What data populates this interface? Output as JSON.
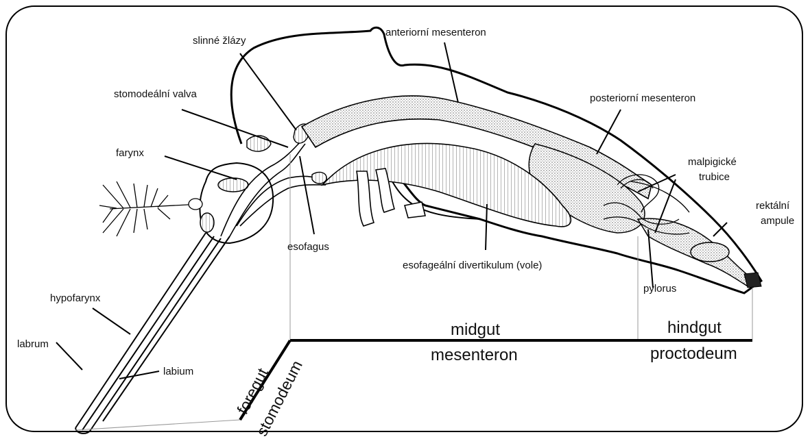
{
  "labels": {
    "slinne_zlazy": "slinné žlázy",
    "anteriorni_mesenteron": "anteriorní mesenteron",
    "stomodealni_valva": "stomodeální valva",
    "posteriorni_mesenteron": "posteriorní mesenteron",
    "farynx": "farynx",
    "malpigicke_line1": "malpigické",
    "malpigicke_line2": "trubice",
    "rektalni_line1": "rektální",
    "rektalni_line2": "ampule",
    "esofagus": "esofagus",
    "esofagealni_divertikulum": "esofageální divertikulum (vole)",
    "pylorus": "pylorus",
    "hypofarynx": "hypofarynx",
    "labrum": "labrum",
    "labium": "labium"
  },
  "regions": {
    "foregut": "foregut",
    "stomodeum": "stomodeum",
    "midgut": "midgut",
    "mesenteron": "mesenteron",
    "hindgut": "hindgut",
    "proctodeum": "proctodeum"
  }
}
